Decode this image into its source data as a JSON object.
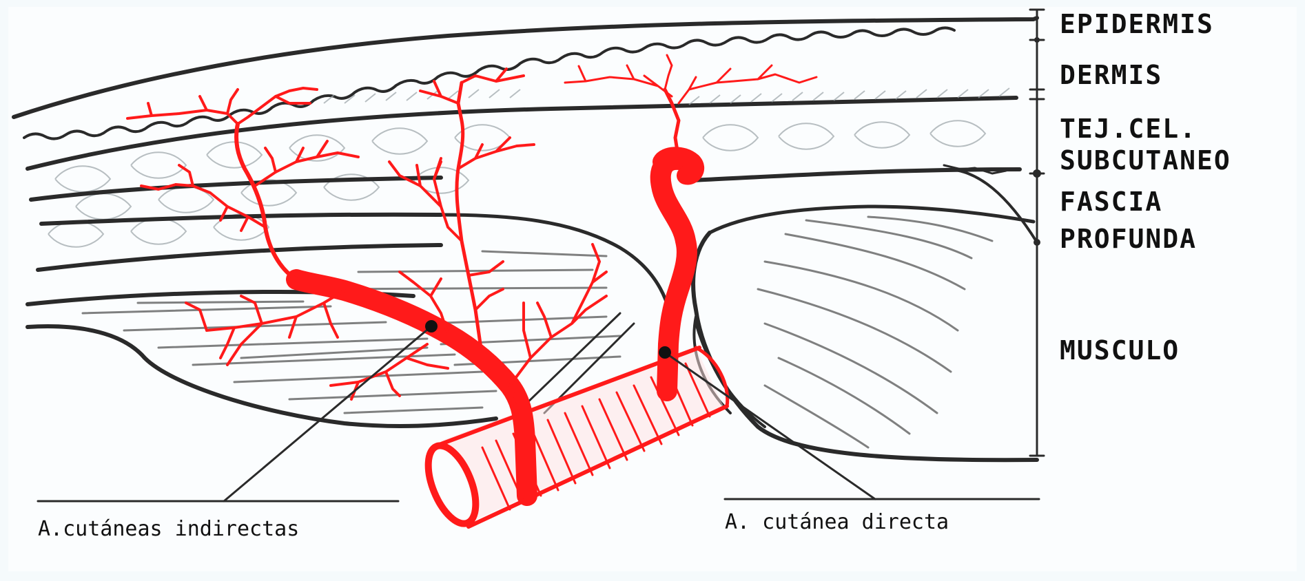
{
  "layers": {
    "epidermis": "EPIDERMIS",
    "dermis": "DERMIS",
    "subcutaneous_line1": "TEJ.CEL.",
    "subcutaneous_line2": "SUBCUTANEO",
    "fascia_line1": "FASCIA",
    "fascia_line2": "PROFUNDA",
    "muscle": "MUSCULO"
  },
  "vessels": {
    "indirect": "A.cutáneas indirectas",
    "direct": "A. cutánea directa"
  },
  "colors": {
    "artery": "#ff1a1a",
    "ink": "#2a2a2a",
    "background": "#f5fafc"
  }
}
